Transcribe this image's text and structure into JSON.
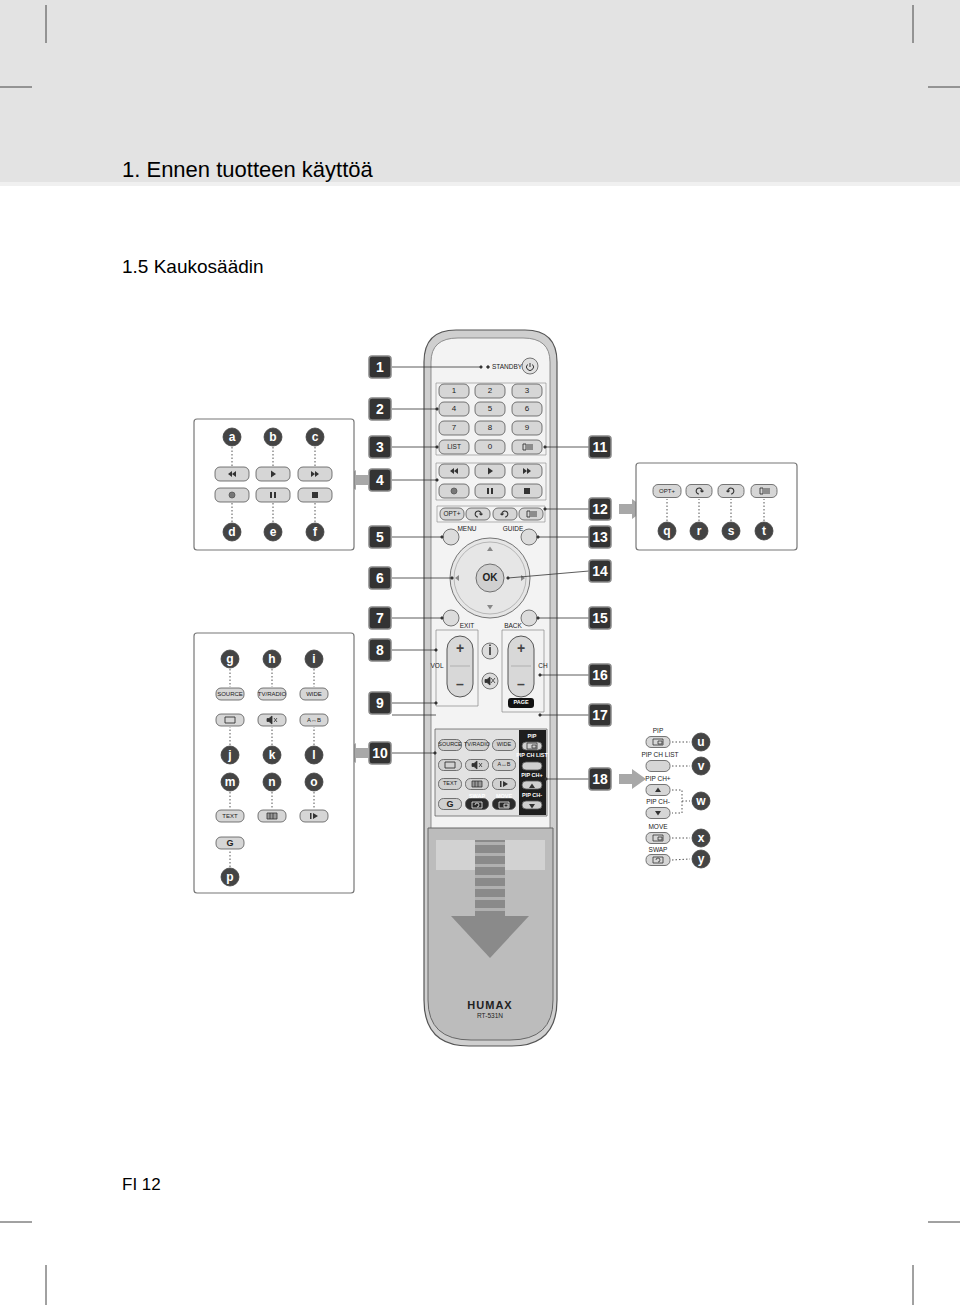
{
  "diagram": {
    "title": "1. Ennen tuotteen käyttöä",
    "labels": [
      "1.5 Kaukosäädin",
      "STANDBY",
      "1",
      "2",
      "3",
      "4",
      "5",
      "6",
      "7",
      "8",
      "9",
      "LIST",
      "0",
      "OPT+",
      "MENU",
      "GUIDE",
      "OK",
      "EXIT",
      "BACK",
      "VOL",
      "+",
      "–",
      "+",
      "–",
      "CH",
      "PAGE",
      "SOURCE",
      "TV/RADIO",
      "WIDE",
      "A↔B",
      "TEXT",
      "G",
      "SWAP",
      "MOVE",
      "PIP",
      "PIP CH LIST",
      "PIP CH+",
      "PIP CH-",
      "HUMAX",
      "RT-531N",
      "1",
      "2",
      "3",
      "4",
      "5",
      "6",
      "7",
      "8",
      "9",
      "10",
      "11",
      "12",
      "13",
      "14",
      "15",
      "16",
      "17",
      "18",
      "a",
      "b",
      "c",
      "d",
      "e",
      "f",
      "g",
      "h",
      "i",
      "SOURCE",
      "TV/RADIO",
      "WIDE",
      "A↔B",
      "j",
      "k",
      "l",
      "m",
      "n",
      "o",
      "TEXT",
      "G",
      "p",
      "OPT+",
      "q",
      "r",
      "s",
      "t",
      "PIP",
      "PIP CH LIST",
      "PIP CH+",
      "PIP CH-",
      "MOVE",
      "SWAP",
      "u",
      "v",
      "w",
      "x",
      "y",
      "FI 12"
    ]
  }
}
